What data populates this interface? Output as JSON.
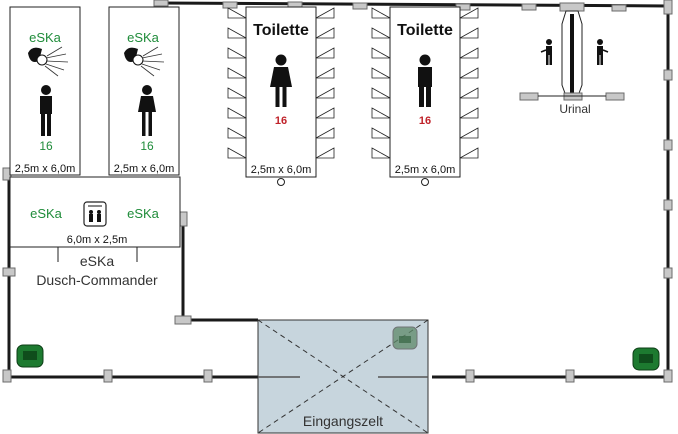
{
  "shower_women": {
    "brand": "eSKa",
    "count": "16",
    "size": "2,5m x 6,0m"
  },
  "shower_men": {
    "brand": "eSKa",
    "count": "16",
    "size": "2,5m x 6,0m"
  },
  "commander": {
    "label_left": "eSKa",
    "label_right": "eSKa",
    "size": "6,0m x 2,5m",
    "caption_line1": "eSKa",
    "caption_line2": "Dusch-Commander"
  },
  "toilet_women": {
    "title": "Toilette",
    "count": "16",
    "size": "2,5m x 6,0m"
  },
  "toilet_men": {
    "title": "Toilette",
    "count": "16",
    "size": "2,5m x 6,0m"
  },
  "urinal": {
    "label": "Urinal"
  },
  "entrance": {
    "label": "Eingangszelt"
  },
  "colors": {
    "green": "#1f8c3a",
    "red": "#c0222a",
    "tent": "#c7d5dd",
    "bin": "#1d7a30"
  }
}
